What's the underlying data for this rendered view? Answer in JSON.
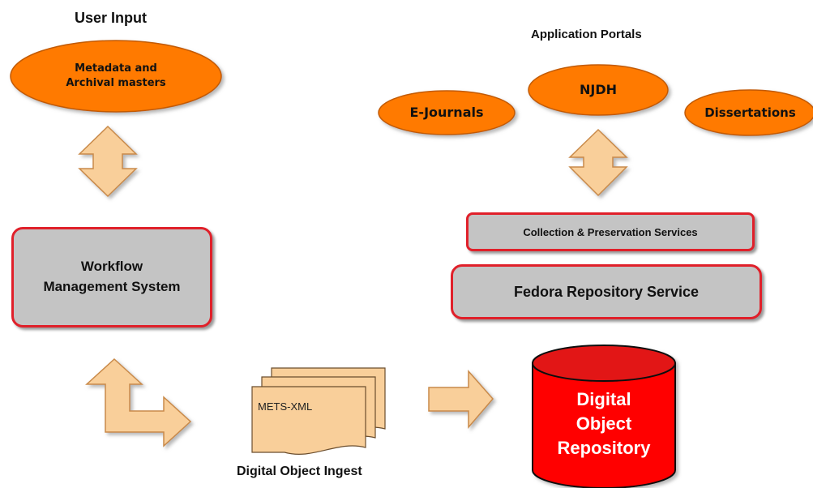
{
  "diagram": {
    "user_input": {
      "title": "User Input",
      "source_label_line1": "Metadata and",
      "source_label_line2": "Archival masters"
    },
    "application_portals": {
      "title": "Application Portals",
      "portals": [
        "E-Journals",
        "NJDH",
        "Dissertations"
      ]
    },
    "workflow_box": {
      "line1": "Workflow",
      "line2": "Management System"
    },
    "collection_services": "Collection & Preservation Services",
    "fedora_service": "Fedora Repository Service",
    "mets_document": "METS-XML",
    "ingest_label": "Digital Object Ingest",
    "repository": {
      "line1": "Digital",
      "line2": "Object",
      "line3": "Repository"
    }
  },
  "colors": {
    "ellipse_fill": "#ff7a00",
    "box_fill": "#c4c4c4",
    "box_border": "#e0202a",
    "arrow_fill": "#f9cf9a",
    "arrow_stroke": "#c98a4a",
    "cylinder_fill": "#ff0000",
    "cylinder_top": "#e21818"
  }
}
